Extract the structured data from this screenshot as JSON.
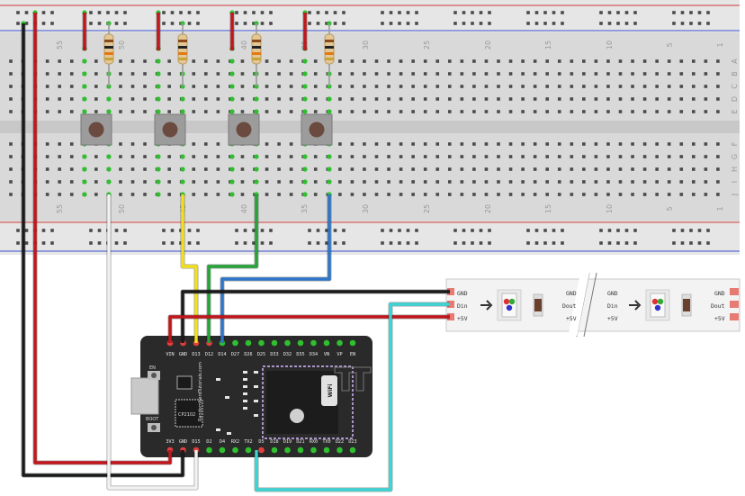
{
  "breadboard": {
    "column_numbers": [
      "55",
      "50",
      "45",
      "40",
      "35",
      "30",
      "25",
      "20",
      "15",
      "10",
      "5",
      "1"
    ],
    "row_letters_top": [
      "A",
      "B",
      "C",
      "D",
      "E"
    ],
    "row_letters_bottom": [
      "F",
      "G",
      "H",
      "I",
      "J"
    ]
  },
  "esp32": {
    "top_pins": [
      "VIN",
      "GND",
      "D13",
      "D12",
      "D14",
      "D27",
      "D26",
      "D25",
      "D33",
      "D32",
      "D35",
      "D34",
      "VN",
      "VP",
      "EN"
    ],
    "bottom_pins": [
      "3V3",
      "GND",
      "D15",
      "D2",
      "D4",
      "RX2",
      "TX2",
      "D5",
      "D18",
      "D19",
      "D21",
      "RX0",
      "TX0",
      "D22",
      "D23"
    ],
    "button_en": "EN",
    "button_boot": "BOOT",
    "chip_label": "CP2102",
    "wifi_label": "WiFi",
    "brand_text": "RandomNerdTutorials.com"
  },
  "led_strip": {
    "left_pins": [
      "GND",
      "Din",
      "+5V"
    ],
    "seg1_right": [
      "GND",
      "Dout",
      "+5V"
    ],
    "seg2_left": [
      "GND",
      "Din",
      "+5V"
    ],
    "seg2_right": [
      "GND",
      "Dout",
      "+5V"
    ]
  },
  "colors": {
    "wire_red": "#c0171d",
    "wire_black": "#1a1a1a",
    "wire_white": "#f2f2f2",
    "wire_yellow": "#f2e01d",
    "wire_green": "#27a33a",
    "wire_blue": "#2f76c8",
    "wire_cyan": "#3cd4d4"
  }
}
